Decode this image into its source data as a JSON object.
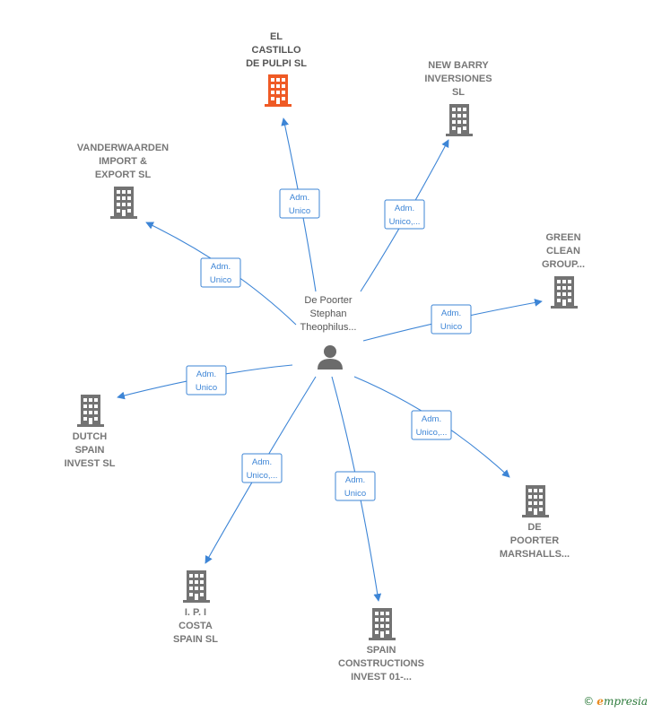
{
  "colors": {
    "edge": "#3d85d6",
    "building": "#737373",
    "building_highlight": "#ef5a25",
    "person": "#6b6b6b"
  },
  "person": {
    "name_lines": [
      "De Poorter",
      "Stephan",
      "Theophilus..."
    ],
    "icon": "person-icon"
  },
  "companies": [
    {
      "id": "el-castillo",
      "lines": [
        "EL",
        "CASTILLO",
        "DE PULPI  SL"
      ],
      "highlight": true,
      "label_pos": "above"
    },
    {
      "id": "new-barry",
      "lines": [
        "NEW BARRY",
        "INVERSIONES",
        "SL"
      ],
      "highlight": false,
      "label_pos": "above"
    },
    {
      "id": "vanderwaarden",
      "lines": [
        "VANDERWAARDEN",
        "IMPORT &",
        "EXPORT  SL"
      ],
      "highlight": false,
      "label_pos": "above"
    },
    {
      "id": "green-clean",
      "lines": [
        "GREEN",
        "CLEAN",
        "GROUP..."
      ],
      "highlight": false,
      "label_pos": "above"
    },
    {
      "id": "dutch-spain",
      "lines": [
        "DUTCH",
        "SPAIN",
        "INVEST  SL"
      ],
      "highlight": false,
      "label_pos": "below"
    },
    {
      "id": "de-poorter",
      "lines": [
        "DE",
        "POORTER",
        "MARSHALLS..."
      ],
      "highlight": false,
      "label_pos": "below"
    },
    {
      "id": "ipi-costa",
      "lines": [
        "I.  P. I",
        "COSTA",
        "SPAIN  SL"
      ],
      "highlight": false,
      "label_pos": "below"
    },
    {
      "id": "spain-constructions",
      "lines": [
        "SPAIN",
        "CONSTRUCTIONS",
        "INVEST 01-..."
      ],
      "highlight": false,
      "label_pos": "below"
    }
  ],
  "relations": [
    {
      "target": "el-castillo",
      "lines": [
        "Adm.",
        "Unico"
      ]
    },
    {
      "target": "new-barry",
      "lines": [
        "Adm.",
        "Unico,..."
      ]
    },
    {
      "target": "vanderwaarden",
      "lines": [
        "Adm.",
        "Unico"
      ]
    },
    {
      "target": "green-clean",
      "lines": [
        "Adm.",
        "Unico"
      ]
    },
    {
      "target": "dutch-spain",
      "lines": [
        "Adm.",
        "Unico"
      ]
    },
    {
      "target": "de-poorter",
      "lines": [
        "Adm.",
        "Unico,..."
      ]
    },
    {
      "target": "ipi-costa",
      "lines": [
        "Adm.",
        "Unico,..."
      ]
    },
    {
      "target": "spain-constructions",
      "lines": [
        "Adm.",
        "Unico"
      ]
    }
  ],
  "footer": {
    "copyright": "©",
    "brand_initial": "e",
    "brand_rest": "mpresia"
  }
}
